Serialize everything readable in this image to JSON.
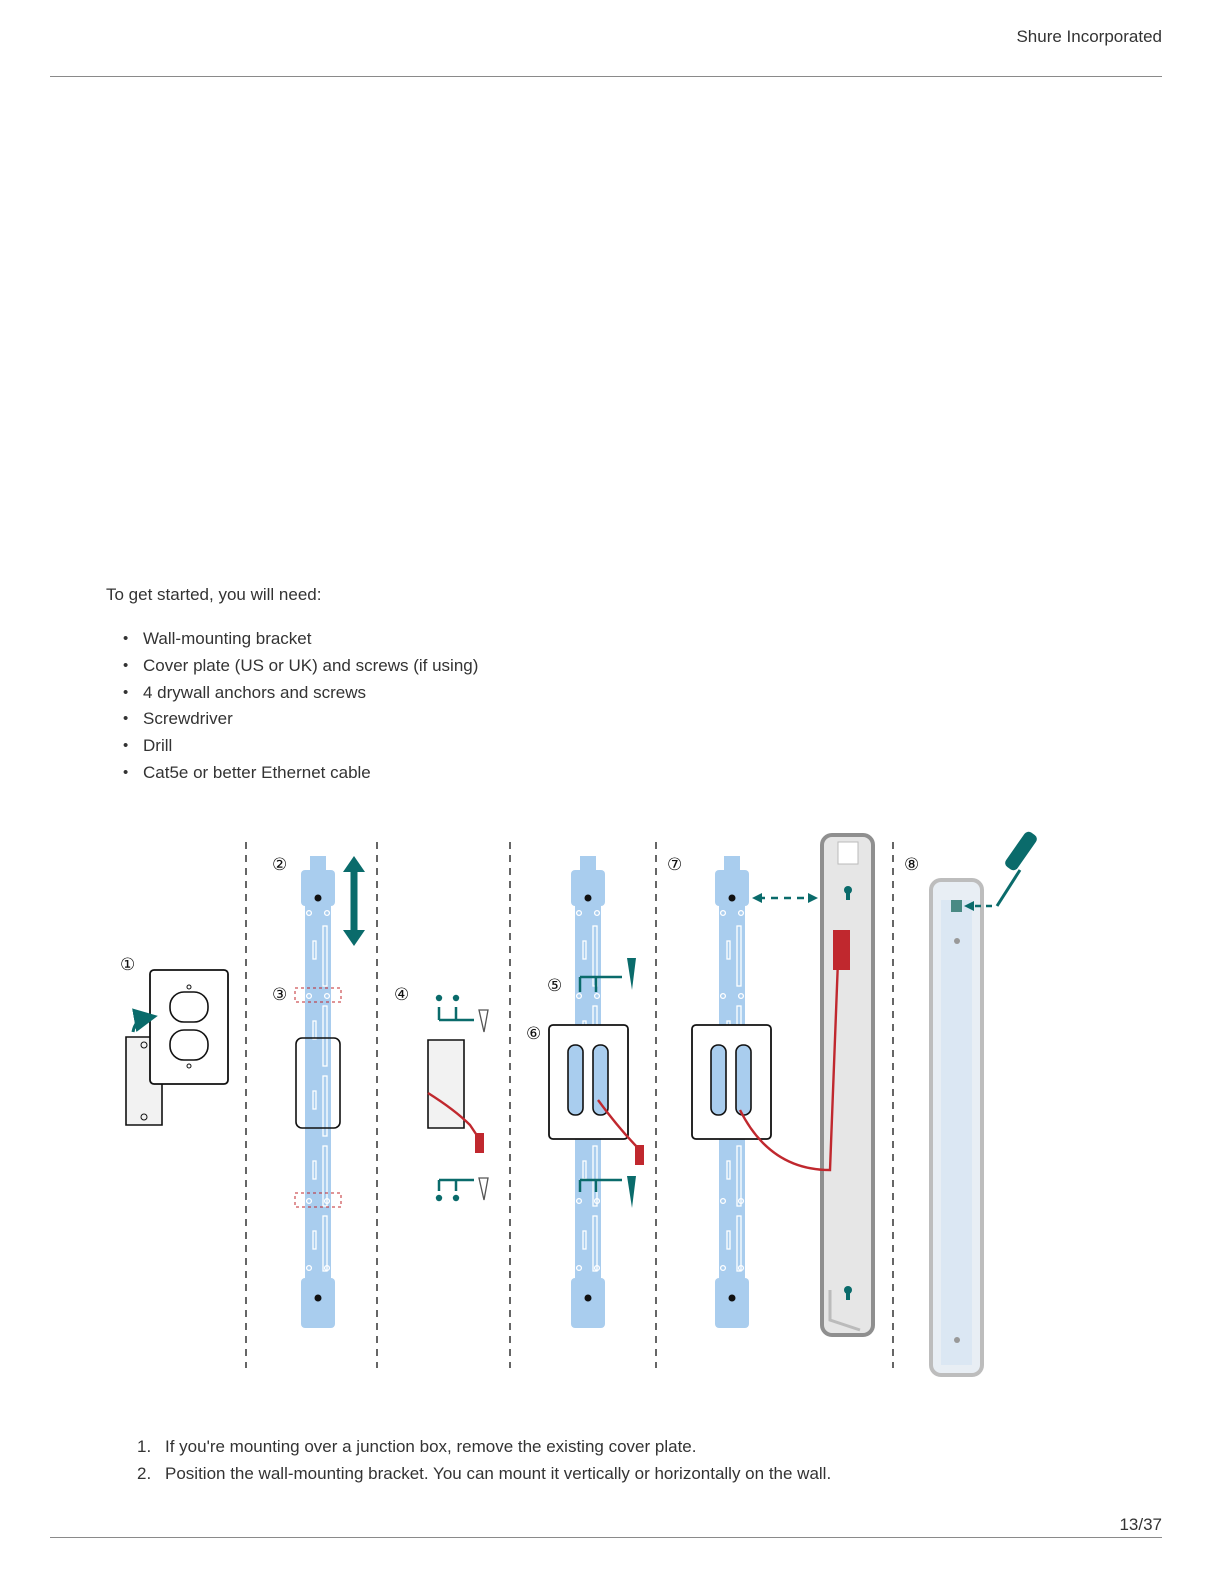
{
  "header": {
    "company": "Shure Incorporated"
  },
  "intro": "To get started, you will need:",
  "needs": [
    "Wall-mounting bracket",
    "Cover plate (US or UK) and screws (if using)",
    "4 drywall anchors and screws",
    "Screwdriver",
    "Drill",
    "Cat5e or better Ethernet cable"
  ],
  "figure": {
    "markers": [
      "①",
      "②",
      "③",
      "④",
      "⑤",
      "⑥",
      "⑦",
      "⑧"
    ],
    "colors": {
      "bracket": "#a9cdee",
      "accent": "#0a6b6b",
      "cable": "#c0282e",
      "device": "#e6e6e6"
    }
  },
  "steps": [
    {
      "num": "1.",
      "text": "If you're mounting over a junction box, remove the existing cover plate."
    },
    {
      "num": "2.",
      "text": "Position the wall-mounting bracket. You can mount it vertically or horizontally on the wall."
    }
  ],
  "footer": {
    "page": "13/37"
  }
}
